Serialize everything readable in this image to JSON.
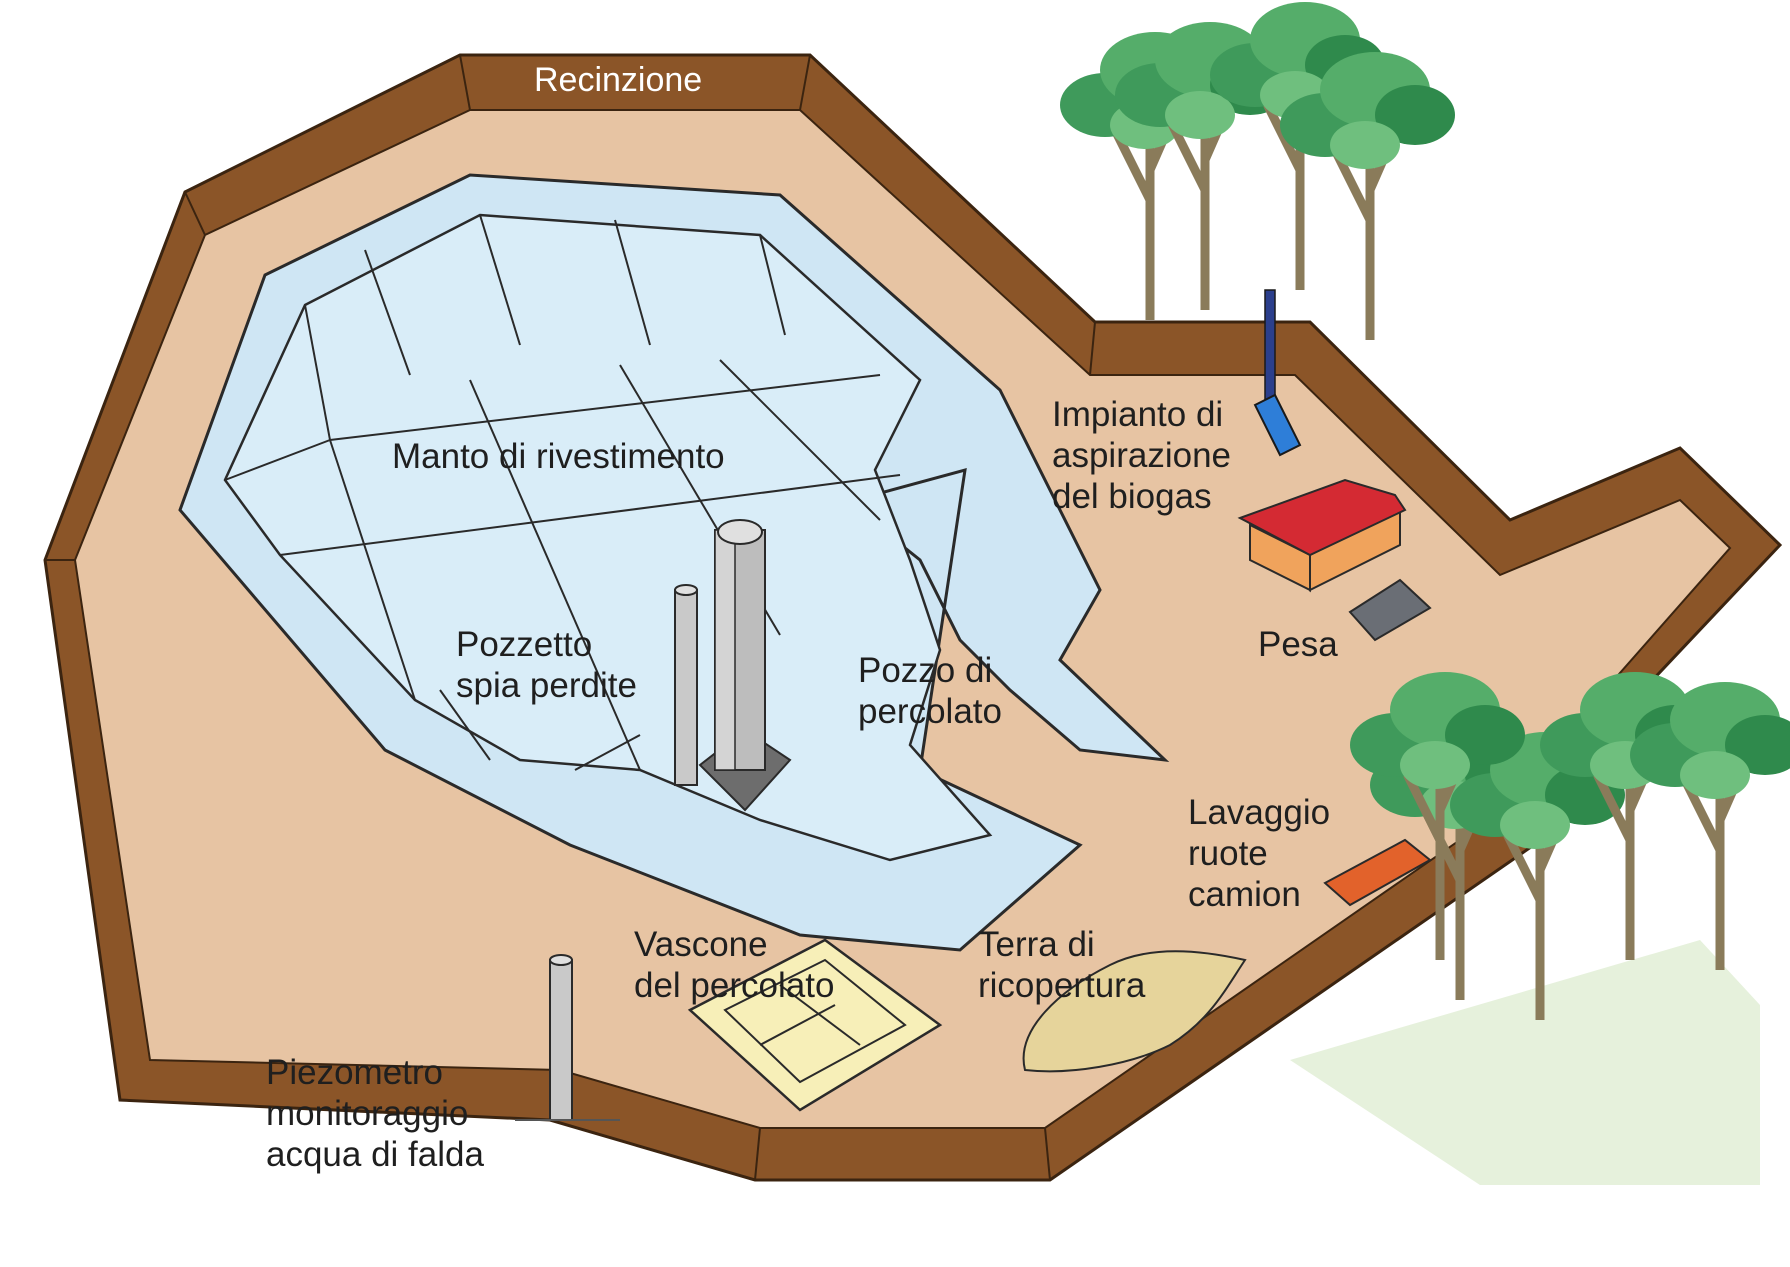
{
  "labels": {
    "fence": "Recinzione",
    "liner": "Manto di rivestimento",
    "leak_well": [
      "Pozzetto",
      "spia perdite"
    ],
    "leachate_well": [
      "Pozzo di",
      "percolato"
    ],
    "biogas": [
      "Impianto di",
      "aspirazione",
      "del biogas"
    ],
    "scale": "Pesa",
    "truck_wash": [
      "Lavaggio",
      "ruote",
      "camion"
    ],
    "leachate_tanks": [
      "Vascone",
      "del percolato"
    ],
    "cover_soil": [
      "Terra di",
      "ricopertura"
    ],
    "piezometer": [
      "Piezometro",
      "monitoraggio",
      "acqua di falda"
    ]
  },
  "colors": {
    "wall_brown": "#8b5528",
    "ground": "#e7c4a3",
    "liner_blue": "#cfe6f4",
    "line_dark": "#2a2a2a",
    "roof_red": "#d42a33",
    "building_orange": "#f0a35c",
    "wash_orange": "#e2622b",
    "tank_yellow": "#f7efb8",
    "soil_yellow": "#e6d49b",
    "tree_green": "#3f9a5b",
    "grass": "#e6f1dc"
  },
  "icons": {
    "biogas_pipe": "pipe-icon",
    "scale_pad": "scale-pad-icon",
    "tree": "tree-icon"
  }
}
